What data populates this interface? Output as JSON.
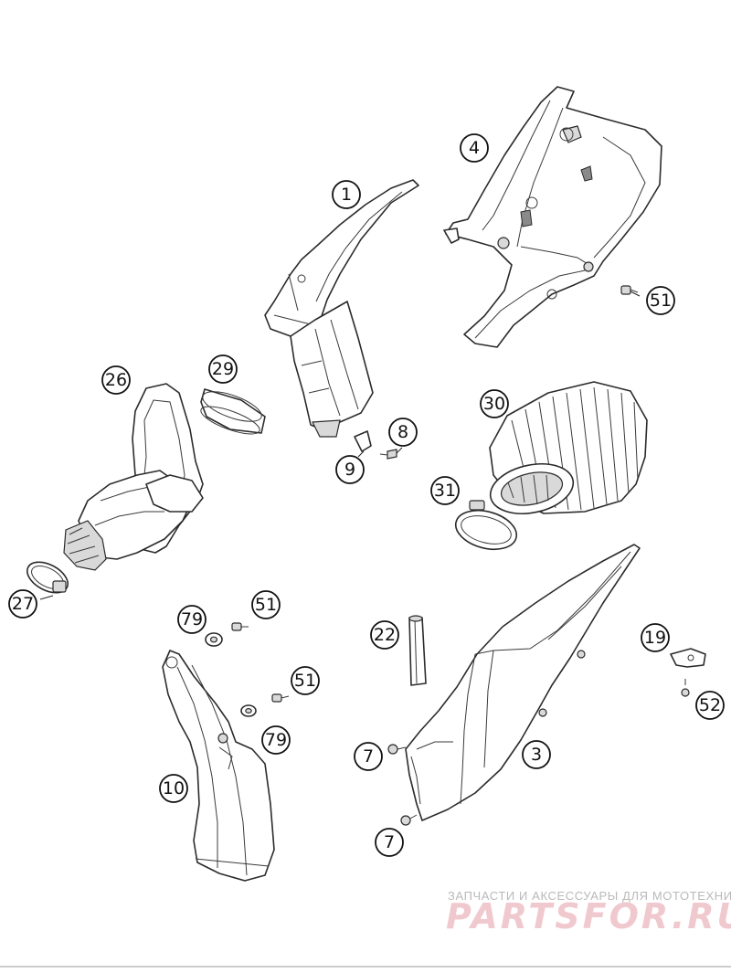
{
  "callouts": [
    {
      "id": "c1",
      "label": "1"
    },
    {
      "id": "c4",
      "label": "4"
    },
    {
      "id": "c51a",
      "label": "51"
    },
    {
      "id": "c26",
      "label": "26"
    },
    {
      "id": "c29",
      "label": "29"
    },
    {
      "id": "c30",
      "label": "30"
    },
    {
      "id": "c8",
      "label": "8"
    },
    {
      "id": "c9",
      "label": "9"
    },
    {
      "id": "c31",
      "label": "31"
    },
    {
      "id": "c27",
      "label": "27"
    },
    {
      "id": "c79a",
      "label": "79"
    },
    {
      "id": "c51b",
      "label": "51"
    },
    {
      "id": "c22",
      "label": "22"
    },
    {
      "id": "c19",
      "label": "19"
    },
    {
      "id": "c51c",
      "label": "51"
    },
    {
      "id": "c79b",
      "label": "79"
    },
    {
      "id": "c52",
      "label": "52"
    },
    {
      "id": "c7a",
      "label": "7"
    },
    {
      "id": "c3",
      "label": "3"
    },
    {
      "id": "c10",
      "label": "10"
    },
    {
      "id": "c7b",
      "label": "7"
    }
  ],
  "watermark": {
    "tagline": "ЗАПЧАСТИ И АКСЕССУАРЫ ДЛЯ МОТОТЕХНИКИ",
    "brand": "PARTSFOR.RU"
  }
}
